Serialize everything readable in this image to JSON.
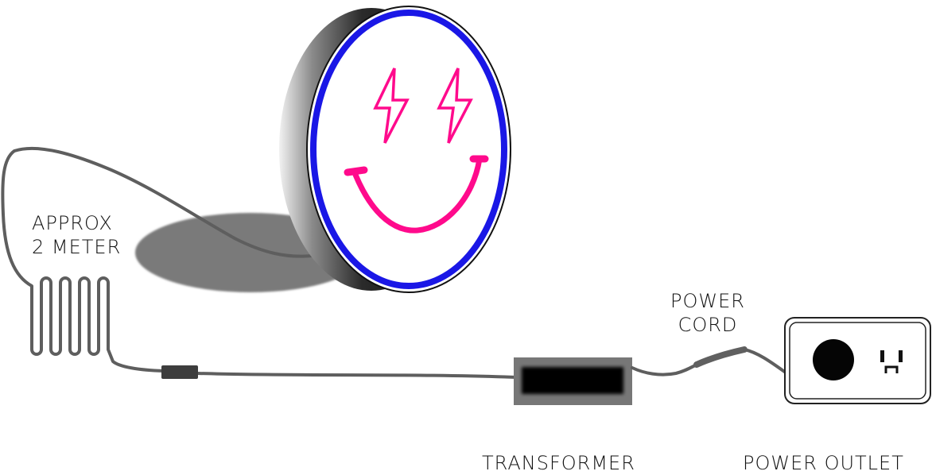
{
  "labels": {
    "cable_length_line1": "APPROX",
    "cable_length_line2": "2 METER",
    "power_cord_line1": "POWER",
    "power_cord_line2": "CORD",
    "transformer": "TRANSFORMER",
    "power_outlet": "POWER OUTLET"
  },
  "colors": {
    "ring": "#1a17e6",
    "neon": "#ff0a8c",
    "cable": "#5e5e5e",
    "shadow": "#7a7a7a",
    "sign_side": "#1c1c1c"
  },
  "icons": {
    "left_eye": "lightning-bolt-icon",
    "right_eye": "lightning-bolt-icon",
    "mouth": "smile-icon"
  }
}
